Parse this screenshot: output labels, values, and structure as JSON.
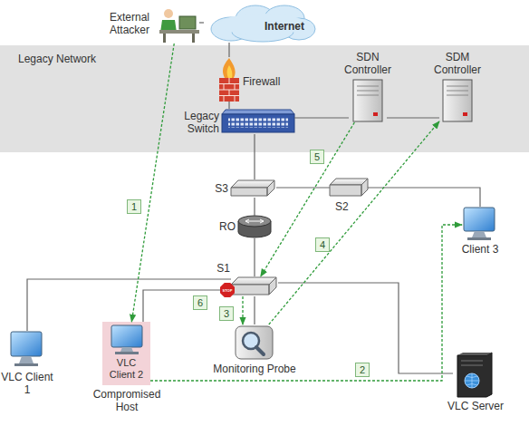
{
  "diagram": {
    "nodes": [
      {
        "text": [
          "External Attacker"
        ]
      },
      {
        "text": [
          "Internet"
        ]
      },
      {
        "text": [
          "Legacy Network"
        ]
      },
      {
        "text": [
          "Firewall"
        ],
        "in": 2
      },
      {
        "text": [
          "SDN Controller"
        ],
        "in": 2
      },
      {
        "text": [
          "SDM Controller"
        ],
        "in": 2
      },
      {
        "text": [
          "Legacy Switch"
        ],
        "in": 2
      },
      {
        "text": [
          "S3"
        ]
      },
      {
        "text": [
          "S2"
        ]
      },
      {
        "text": [
          "Client 3"
        ]
      },
      {
        "text": [
          "RO"
        ]
      },
      {
        "text": [
          "S1"
        ]
      },
      {
        "text": [
          "VLC Client 1"
        ]
      },
      {
        "text": [
          "VLC Client 2",
          "Compromised Host"
        ]
      },
      {
        "text": [
          "Monitoring Probe"
        ]
      },
      {
        "text": [
          "VLC Server"
        ]
      }
    ],
    "edges": [
      {
        "from": 0,
        "to": 1,
        "arrow": "none"
      },
      {
        "from": 1,
        "to": 3,
        "arrow": "none"
      },
      {
        "from": 3,
        "to": 6,
        "arrow": "none"
      },
      {
        "from": 6,
        "to": 4,
        "arrow": "none"
      },
      {
        "from": 4,
        "to": 5,
        "arrow": "none"
      },
      {
        "from": 6,
        "to": 7,
        "arrow": "none"
      },
      {
        "from": 7,
        "to": 8,
        "arrow": "none"
      },
      {
        "from": 8,
        "to": 9,
        "arrow": "none"
      },
      {
        "from": 7,
        "to": 10,
        "arrow": "none"
      },
      {
        "from": 10,
        "to": 11,
        "arrow": "none"
      },
      {
        "from": 11,
        "to": 12,
        "arrow": "none"
      },
      {
        "from": 11,
        "to": 13,
        "arrow": "none"
      },
      {
        "from": 11,
        "to": 14,
        "arrow": "none"
      },
      {
        "from": 11,
        "to": 15,
        "arrow": "none"
      },
      {
        "from": 0,
        "to": 13,
        "arrow": "to"
      },
      {
        "from": 13,
        "to": 9,
        "arrow": "to"
      },
      {
        "from": 11,
        "to": 14,
        "arrow": "to"
      },
      {
        "from": 14,
        "to": 5,
        "arrow": "to"
      },
      {
        "from": 4,
        "to": 11,
        "arrow": "to"
      }
    ],
    "labels": [
      "1",
      "2",
      "3",
      "4",
      "5",
      "6",
      "STOP"
    ]
  }
}
